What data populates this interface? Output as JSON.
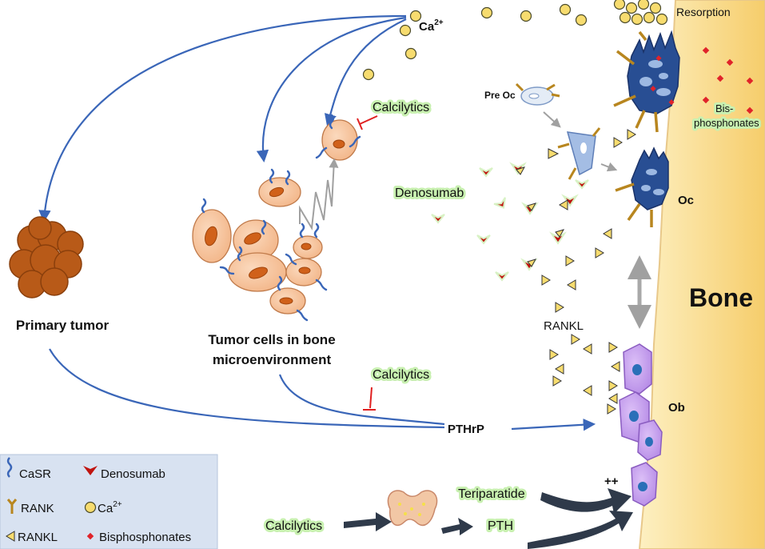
{
  "labels": {
    "ca": "Ca",
    "ca_sup": "2+",
    "resorption": "Resorption",
    "calcilytics_top": "Calcilytics",
    "pre_oc": "Pre Oc",
    "bisphosphonates_1": "Bis-",
    "bisphosphonates_2": "phosphonates",
    "denosumab": "Denosumab",
    "oc": "Oc",
    "bone": "Bone",
    "primary_tumor": "Primary tumor",
    "tumor_cells_1": "Tumor cells in bone",
    "tumor_cells_2": "microenvironment",
    "rankl": "RANKL",
    "calcilytics_mid": "Calcilytics",
    "ob": "Ob",
    "pthrp": "PTHrP",
    "teriparatide": "Teriparatide",
    "plusplus": "++",
    "calcilytics_bottom": "Calcilytics",
    "pth": "PTH"
  },
  "legend": {
    "casr": "CaSR",
    "denosumab": "Denosumab",
    "rank": "RANK",
    "ca": "Ca",
    "ca_sup": "2+",
    "rankl": "RANKL",
    "bisphosphonates": "Bisphosphonates"
  },
  "colors": {
    "arrow_blue": "#3a66b8",
    "bone": "#fbe3a0",
    "tumor": "#b85a18",
    "cell": "#f5c49a",
    "osteoclast": "#284e93",
    "osteoblast": "#c9a3ef",
    "calcium": "#f7dc6f",
    "denosumab": "#c0140f",
    "inhibit": "#e02020",
    "legend_bg": "#d8e2f1"
  }
}
